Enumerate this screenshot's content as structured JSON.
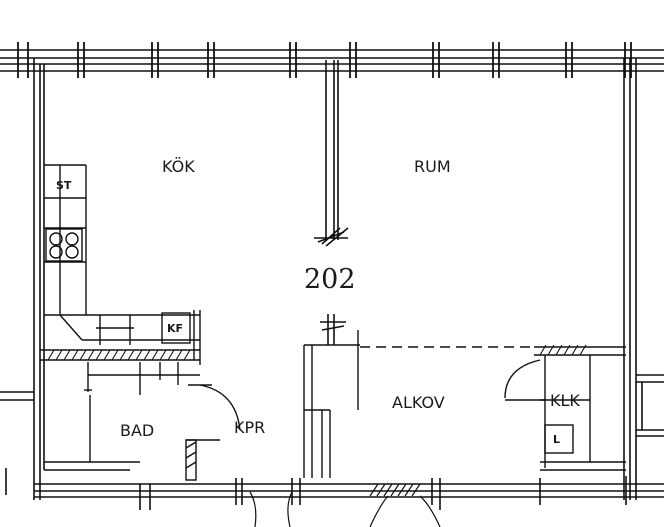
{
  "plan": {
    "unit_number": "202",
    "rooms": {
      "kok": "KÖK",
      "rum": "RUM",
      "alkov": "ALKOV",
      "bad": "BAD",
      "kpr": "KPR",
      "klk": "KLK"
    },
    "fixtures": {
      "st": "ST",
      "kf": "KF",
      "l": "L"
    }
  }
}
